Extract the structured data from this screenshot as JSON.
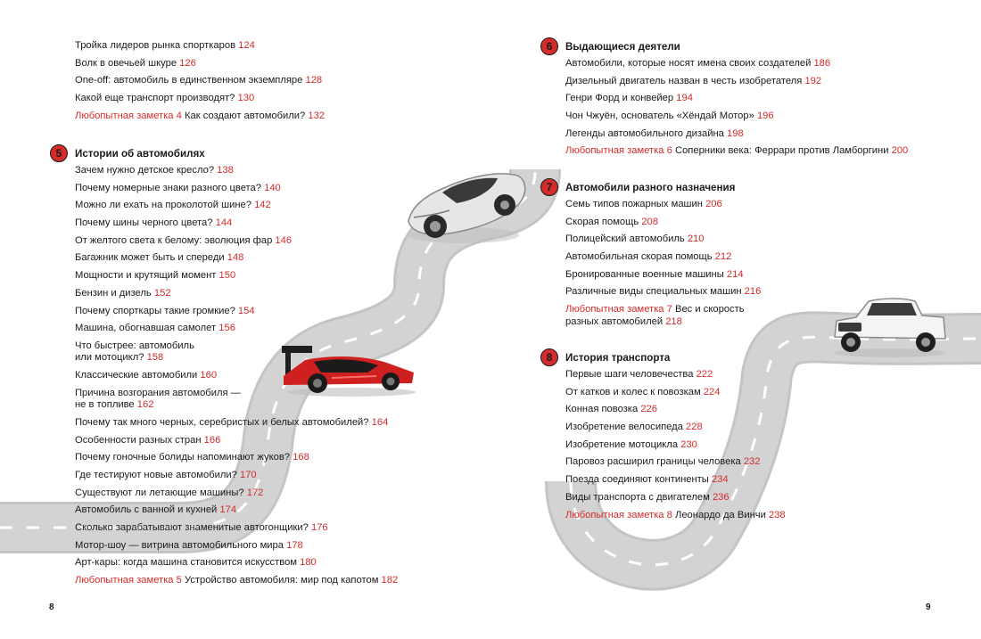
{
  "sections_top": {
    "entries": [
      {
        "text": "Тройка лидеров рынка спорткаров",
        "page": "124"
      },
      {
        "text": "Волк в овечьей шкуре",
        "page": "126"
      },
      {
        "text": "One-off: автомобиль в единственном экземпляре",
        "page": "128"
      },
      {
        "text": "Какой еще транспорт производят?",
        "page": "130"
      },
      {
        "note": "Любопытная заметка 4",
        "text": "Как создают автомобили?",
        "page": "132"
      }
    ]
  },
  "section5": {
    "number": "5",
    "title": "Истории об автомобилях",
    "entries": [
      {
        "text": "Зачем нужно детское кресло?",
        "page": "138"
      },
      {
        "text": "Почему номерные знаки разного цвета?",
        "page": "140"
      },
      {
        "text": "Можно ли ехать на проколотой шине?",
        "page": "142"
      },
      {
        "text": "Почему шины черного цвета?",
        "page": "144"
      },
      {
        "text": "От желтого света к белому: эволюция фар",
        "page": "146"
      },
      {
        "text": "Багажник может быть и спереди",
        "page": "148"
      },
      {
        "text": "Мощности и крутящий момент",
        "page": "150"
      },
      {
        "text": "Бензин и дизель",
        "page": "152"
      },
      {
        "text": "Почему спорткары такие громкие?",
        "page": "154"
      },
      {
        "text": "Машина, обогнавшая самолет",
        "page": "156"
      },
      {
        "line1": "Что быстрее: автомобиль",
        "line2": "или мотоцикл?",
        "page": "158"
      },
      {
        "text": "Классические автомобили",
        "page": "160"
      },
      {
        "line1": "Причина возгорания автомобиля —",
        "line2": "не в топливе",
        "page": "162"
      },
      {
        "text": "Почему так много черных, серебристых и белых автомобилей?",
        "page": "164"
      },
      {
        "text": "Особенности разных стран",
        "page": "166"
      },
      {
        "text": "Почему гоночные болиды напоминают жуков?",
        "page": "168"
      },
      {
        "text": "Где тестируют новые автомобили?",
        "page": "170"
      },
      {
        "text": "Существуют ли летающие машины?",
        "page": "172"
      },
      {
        "text": "Автомобиль с ванной и кухней",
        "page": "174"
      },
      {
        "text": "Сколько зарабатывают знаменитые автогонщики?",
        "page": "176"
      },
      {
        "text": "Мотор-шоу — витрина автомобильного мира",
        "page": "178"
      },
      {
        "text": "Арт-кары: когда машина становится искусством",
        "page": "180"
      },
      {
        "note": "Любопытная заметка 5",
        "text": "Устройство автомобиля: мир под капотом",
        "page": "182"
      }
    ]
  },
  "section6": {
    "number": "6",
    "title": "Выдающиеся деятели",
    "entries": [
      {
        "text": "Автомобили, которые носят имена своих создателей",
        "page": "186"
      },
      {
        "text": "Дизельный двигатель назван в честь изобретателя",
        "page": "192"
      },
      {
        "text": "Генри Форд и конвейер",
        "page": "194"
      },
      {
        "text": "Чон Чжуён, основатель «Хёндай Мотор»",
        "page": "196"
      },
      {
        "text": "Легенды автомобильного дизайна",
        "page": "198"
      },
      {
        "note": "Любопытная заметка 6",
        "text": "Соперники века: Феррари против Ламборгини",
        "page": "200"
      }
    ]
  },
  "section7": {
    "number": "7",
    "title": "Автомобили разного назначения",
    "entries": [
      {
        "text": "Семь типов пожарных машин",
        "page": "206"
      },
      {
        "text": "Скорая помощь",
        "page": "208"
      },
      {
        "text": "Полицейский автомобиль",
        "page": "210"
      },
      {
        "text": "Автомобильная скорая помощь",
        "page": "212"
      },
      {
        "text": "Бронированные военные машины",
        "page": "214"
      },
      {
        "text": "Различные виды специальных машин",
        "page": "216"
      },
      {
        "note": "Любопытная заметка 7",
        "line1": "Вес и скорость",
        "line2": "разных автомобилей",
        "page": "218"
      }
    ]
  },
  "section8": {
    "number": "8",
    "title": "История транспорта",
    "entries": [
      {
        "text": "Первые шаги человечества",
        "page": "222"
      },
      {
        "text": "От катков и колес к повозкам",
        "page": "224"
      },
      {
        "text": "Конная повозка",
        "page": "226"
      },
      {
        "text": "Изобретение велосипеда",
        "page": "228"
      },
      {
        "text": "Изобретение мотоцикла",
        "page": "230"
      },
      {
        "text": "Паровоз расширил границы человека",
        "page": "232"
      },
      {
        "text": "Поезда соединяют континенты",
        "page": "234"
      },
      {
        "text": "Виды транспорта с двигателем",
        "page": "236"
      },
      {
        "note": "Любопытная заметка 8",
        "text": "Леонардо да Винчи",
        "page": "238"
      }
    ]
  },
  "folios": {
    "left": "8",
    "right": "9"
  },
  "colors": {
    "accent": "#d42b2b",
    "road": "#d3d3d3",
    "road_edge": "#c4c4c4",
    "road_marking": "#ffffff"
  }
}
